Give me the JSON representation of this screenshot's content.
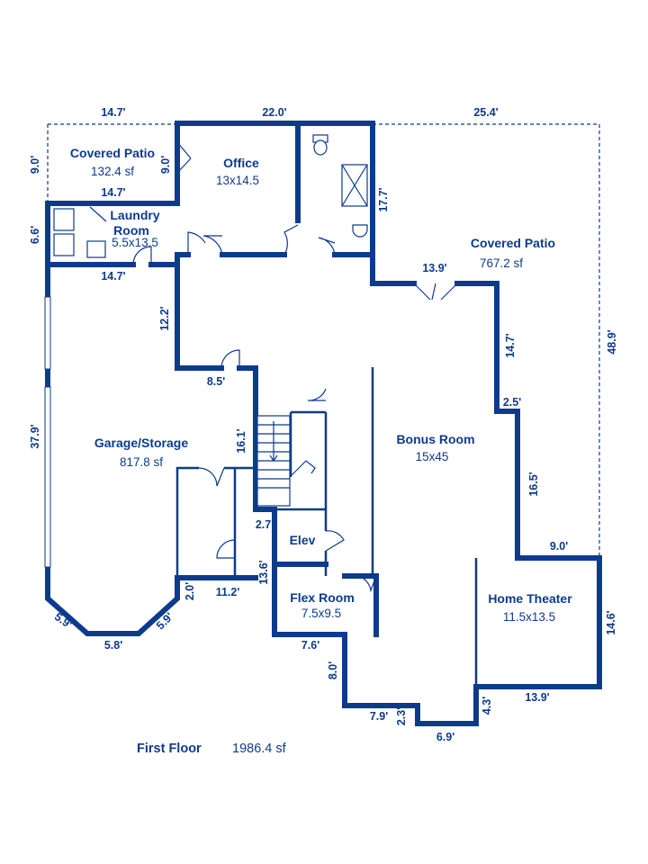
{
  "rooms": {
    "covered_patio_top": {
      "name": "Covered Patio",
      "area": "132.4 sf"
    },
    "office": {
      "name": "Office",
      "size": "13x14.5"
    },
    "laundry": {
      "name_line1": "Laundry",
      "name_line2": "Room",
      "size": "5.5x13.5"
    },
    "covered_patio_right": {
      "name": "Covered Patio",
      "area": "767.2 sf"
    },
    "garage": {
      "name": "Garage/Storage",
      "area": "817.8 sf"
    },
    "bonus": {
      "name": "Bonus Room",
      "size": "15x45"
    },
    "elev": {
      "name": "Elev"
    },
    "flex": {
      "name": "Flex Room",
      "size": "7.5x9.5"
    },
    "theater": {
      "name": "Home Theater",
      "size": "11.5x13.5"
    }
  },
  "dimensions": {
    "top_left": "14.7'",
    "top_mid": "22.0'",
    "top_right": "25.4'",
    "patio_height": "9.0'",
    "office_stair": "9.0'",
    "patio_bottom": "14.7'",
    "office_right": "17.7'",
    "laundry_height": "6.6'",
    "laundry_bottom": "14.7'",
    "patio_13_9": "13.9'",
    "right_total": "48.9'",
    "hall_12_2": "12.2'",
    "right_14_7": "14.7'",
    "hall_8_5": "8.5'",
    "right_2_5": "2.5'",
    "garage_height": "37.9'",
    "stair_16_1": "16.1'",
    "right_16_5": "16.5'",
    "stair_2_7": "2.7'",
    "theater_top": "9.0'",
    "closet_13_6": "13.6'",
    "closet_2_0": "2.0'",
    "closet_11_2": "11.2'",
    "theater_height": "14.6'",
    "bay_left": "5.9'",
    "bay_right": "5.9'",
    "bay_bottom": "5.8'",
    "flex_bottom": "7.6'",
    "flex_8_0": "8.0'",
    "theater_4_3": "4.3'",
    "theater_bottom": "13.9'",
    "bottom_7_9": "7.9'",
    "bottom_2_3": "2.3'",
    "bottom_6_9": "6.9'"
  },
  "footer": {
    "title": "First Floor",
    "area": "1986.4 sf"
  },
  "colors": {
    "wall": "#0d3b8c",
    "background": "#ffffff"
  }
}
